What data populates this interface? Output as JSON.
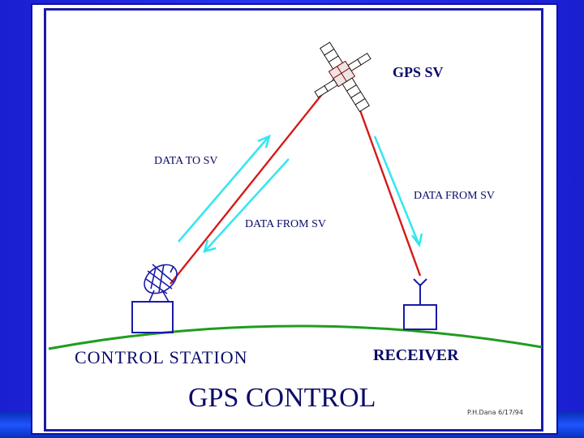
{
  "diagram": {
    "title": "GPS CONTROL",
    "satellite_label": "GPS SV",
    "uplink_label": "DATA TO SV",
    "downlink_label_receiver": "DATA FROM SV",
    "downlink_label_station": "DATA FROM SV",
    "station_label": "CONTROL STATION",
    "receiver_label": "RECEIVER",
    "credit": "P.H.Dana 6/17/94"
  },
  "colors": {
    "background": "#1d24d9",
    "signal_line": "#d61a1a",
    "arrow": "#33e6f0",
    "earth_curve": "#1f9d1f",
    "equipment": "#1a1aa8",
    "text": "#0b0b6b"
  },
  "icons": [
    "satellite-icon",
    "dish-antenna-icon",
    "receiver-antenna-icon"
  ]
}
